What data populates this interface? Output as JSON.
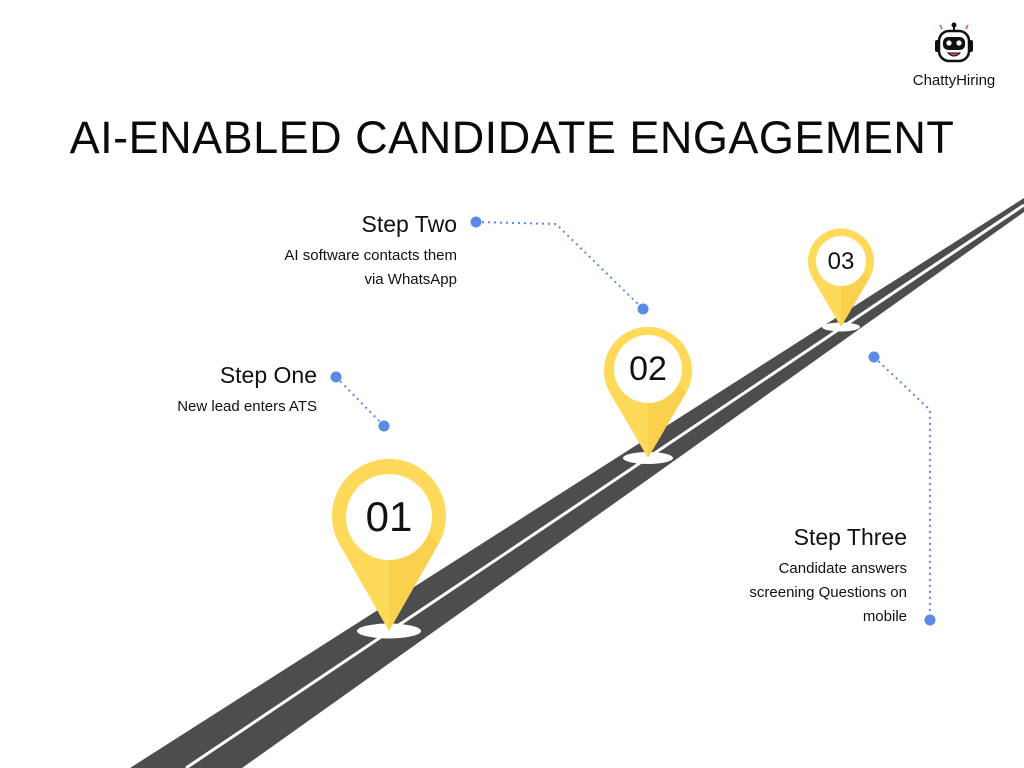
{
  "title": "AI-ENABLED CANDIDATE ENGAGEMENT",
  "brand": {
    "name": "ChattyHiring",
    "logo_icon": "robot-icon"
  },
  "colors": {
    "road": "#4d4d4d",
    "pin": "#ffd959",
    "connector": "#5b8ae6",
    "pin_face": "#ffffff"
  },
  "steps": [
    {
      "pin_number": "01",
      "title": "Step One",
      "description_lines": [
        "New lead enters ATS"
      ]
    },
    {
      "pin_number": "02",
      "title": "Step Two",
      "description_lines": [
        "AI software contacts them",
        "via WhatsApp"
      ]
    },
    {
      "pin_number": "03",
      "title": "Step Three",
      "description_lines": [
        "Candidate answers",
        "screening Questions on",
        "mobile"
      ]
    }
  ]
}
